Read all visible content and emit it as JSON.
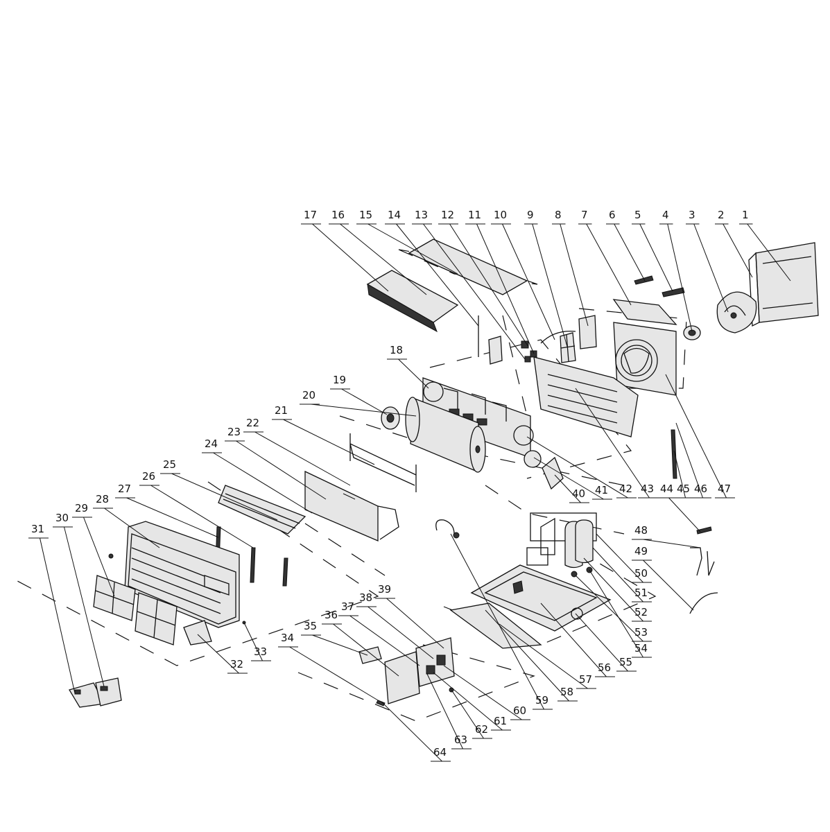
{
  "callouts": [
    {
      "n": "1"
    },
    {
      "n": "2"
    },
    {
      "n": "3"
    },
    {
      "n": "4"
    },
    {
      "n": "5"
    },
    {
      "n": "6"
    },
    {
      "n": "7"
    },
    {
      "n": "8"
    },
    {
      "n": "9"
    },
    {
      "n": "10"
    },
    {
      "n": "11"
    },
    {
      "n": "12"
    },
    {
      "n": "13"
    },
    {
      "n": "14"
    },
    {
      "n": "15"
    },
    {
      "n": "16"
    },
    {
      "n": "17"
    },
    {
      "n": "18"
    },
    {
      "n": "19"
    },
    {
      "n": "20"
    },
    {
      "n": "21"
    },
    {
      "n": "22"
    },
    {
      "n": "23"
    },
    {
      "n": "24"
    },
    {
      "n": "25"
    },
    {
      "n": "26"
    },
    {
      "n": "27"
    },
    {
      "n": "28"
    },
    {
      "n": "29"
    },
    {
      "n": "30"
    },
    {
      "n": "31"
    },
    {
      "n": "32"
    },
    {
      "n": "33"
    },
    {
      "n": "34"
    },
    {
      "n": "35"
    },
    {
      "n": "36"
    },
    {
      "n": "37"
    },
    {
      "n": "38"
    },
    {
      "n": "39"
    },
    {
      "n": "40"
    },
    {
      "n": "41"
    },
    {
      "n": "42"
    },
    {
      "n": "43"
    },
    {
      "n": "44"
    },
    {
      "n": "45"
    },
    {
      "n": "46"
    },
    {
      "n": "47"
    },
    {
      "n": "48"
    },
    {
      "n": "49"
    },
    {
      "n": "50"
    },
    {
      "n": "51"
    },
    {
      "n": "52"
    },
    {
      "n": "53"
    },
    {
      "n": "54"
    },
    {
      "n": "55"
    },
    {
      "n": "56"
    },
    {
      "n": "57"
    },
    {
      "n": "58"
    },
    {
      "n": "59"
    },
    {
      "n": "60"
    },
    {
      "n": "61"
    },
    {
      "n": "62"
    },
    {
      "n": "63"
    },
    {
      "n": "64"
    }
  ]
}
